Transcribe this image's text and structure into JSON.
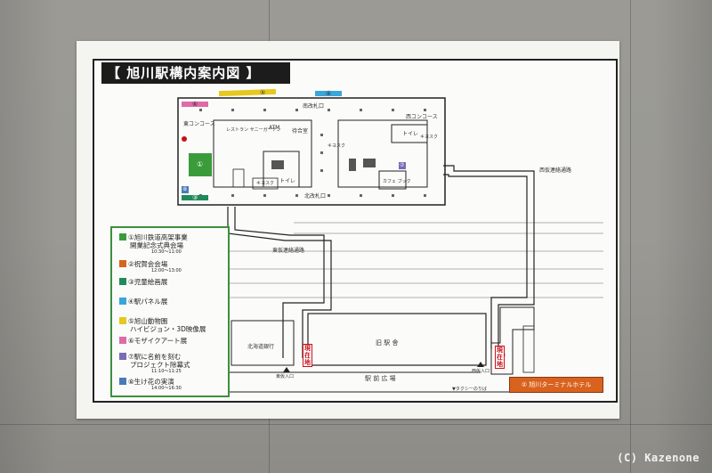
{
  "title": "【 旭川駅構内案内図 】",
  "map_labels": {
    "east_concourse": "東コンコース",
    "south_gate": "南改札口",
    "west_concourse": "西コンコース",
    "restaurant": "レストラン サニーガーデン",
    "atm": "ATM",
    "waiting": "待合室",
    "toilet_1": "トイレ",
    "toilet_2": "トイレ",
    "kiosk_1": "キヨスク",
    "kiosk_2": "キヨスク",
    "kiosk_3": "キヨスク",
    "cafe": "カフェ ブック",
    "north_gate": "北改札口",
    "west_passage": "西仮連絡通路",
    "east_passage": "東仮連絡通路",
    "hokkaido_bank": "北海道銀行",
    "old_station": "旧 駅 舎",
    "station_plaza": "駅 前 広 場",
    "east_entrance": "東仮入口",
    "west_entrance": "西仮入口",
    "taxi": "▼タクシーのりば"
  },
  "markers": {
    "m1": "①",
    "m2": "②",
    "m3": "③",
    "m4": "④",
    "m5": "⑤",
    "m6": "⑥",
    "m7": "⑦",
    "m8": "⑧"
  },
  "you_are_here_1": "現在地",
  "you_are_here_2": "現在地",
  "legend": [
    {
      "color": "#3a9b3a",
      "label_line1": "①旭川鉄道高架事業",
      "label_line2": "開業記念式典会場",
      "time": "10:30〜11:00"
    },
    {
      "color": "#d9621e",
      "label_line1": "②祝賀会会場",
      "label_line2": "",
      "time": "12:00〜13:00"
    },
    {
      "color": "#1f8a5a",
      "label_line1": "③児童絵画展",
      "label_line2": "",
      "time": ""
    },
    {
      "color": "#3aa6d9",
      "label_line1": "④駅パネル展",
      "label_line2": "",
      "time": ""
    },
    {
      "color": "#e6c81e",
      "label_line1": "⑤旭山動物園",
      "label_line2": "ハイビジョン・3D映像展",
      "time": ""
    },
    {
      "color": "#e06aa8",
      "label_line1": "⑥モザイクアート展",
      "label_line2": "",
      "time": ""
    },
    {
      "color": "#7a6ab8",
      "label_line1": "⑦駅に名前を刻む",
      "label_line2": "プロジェクト除幕式",
      "time": "11:10〜11:25"
    },
    {
      "color": "#4a7ab8",
      "label_line1": "⑧生け花の実演",
      "label_line2": "",
      "time": "14:00〜16:30"
    }
  ],
  "hotel_label": "② 旭川ターミナルホテル",
  "copyright": "(C) Kazenone"
}
